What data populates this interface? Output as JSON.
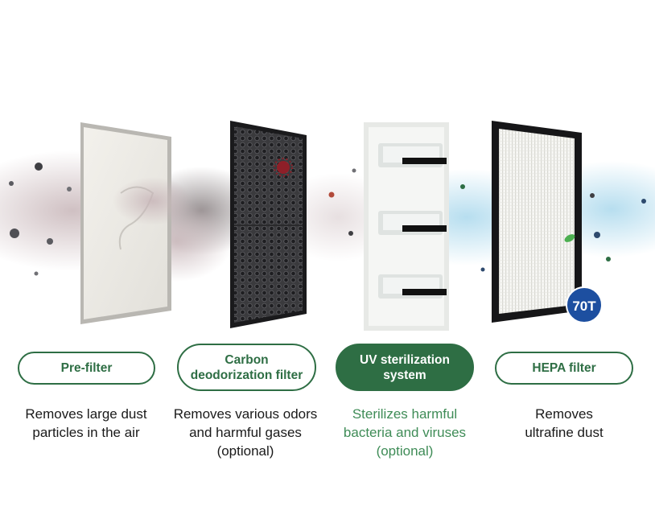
{
  "colors": {
    "brand_green": "#2e6e44",
    "text_dark": "#1a1a1a",
    "highlight_green": "#3f8c57"
  },
  "filters": [
    {
      "label": [
        "Pre-filter"
      ],
      "description": [
        "Removes large dust",
        "particles in the air"
      ],
      "active": false
    },
    {
      "label": [
        "Carbon",
        "deodorization filter"
      ],
      "description": [
        "Removes various odors",
        "and harmful gases",
        "(optional)"
      ],
      "active": false
    },
    {
      "label": [
        "UV sterilization",
        "system"
      ],
      "description": [
        "Sterilizes harmful",
        "bacteria and viruses",
        "(optional)"
      ],
      "active": true
    },
    {
      "label": [
        "HEPA filter"
      ],
      "description": [
        "Removes",
        "ultrafine dust"
      ],
      "active": false
    }
  ],
  "hepa_badge": "70T",
  "icons": [
    "pre-filter-panel",
    "carbon-filter-panel",
    "uv-lamp-module",
    "hepa-filter-panel",
    "leaf-icon",
    "virus-icon"
  ]
}
